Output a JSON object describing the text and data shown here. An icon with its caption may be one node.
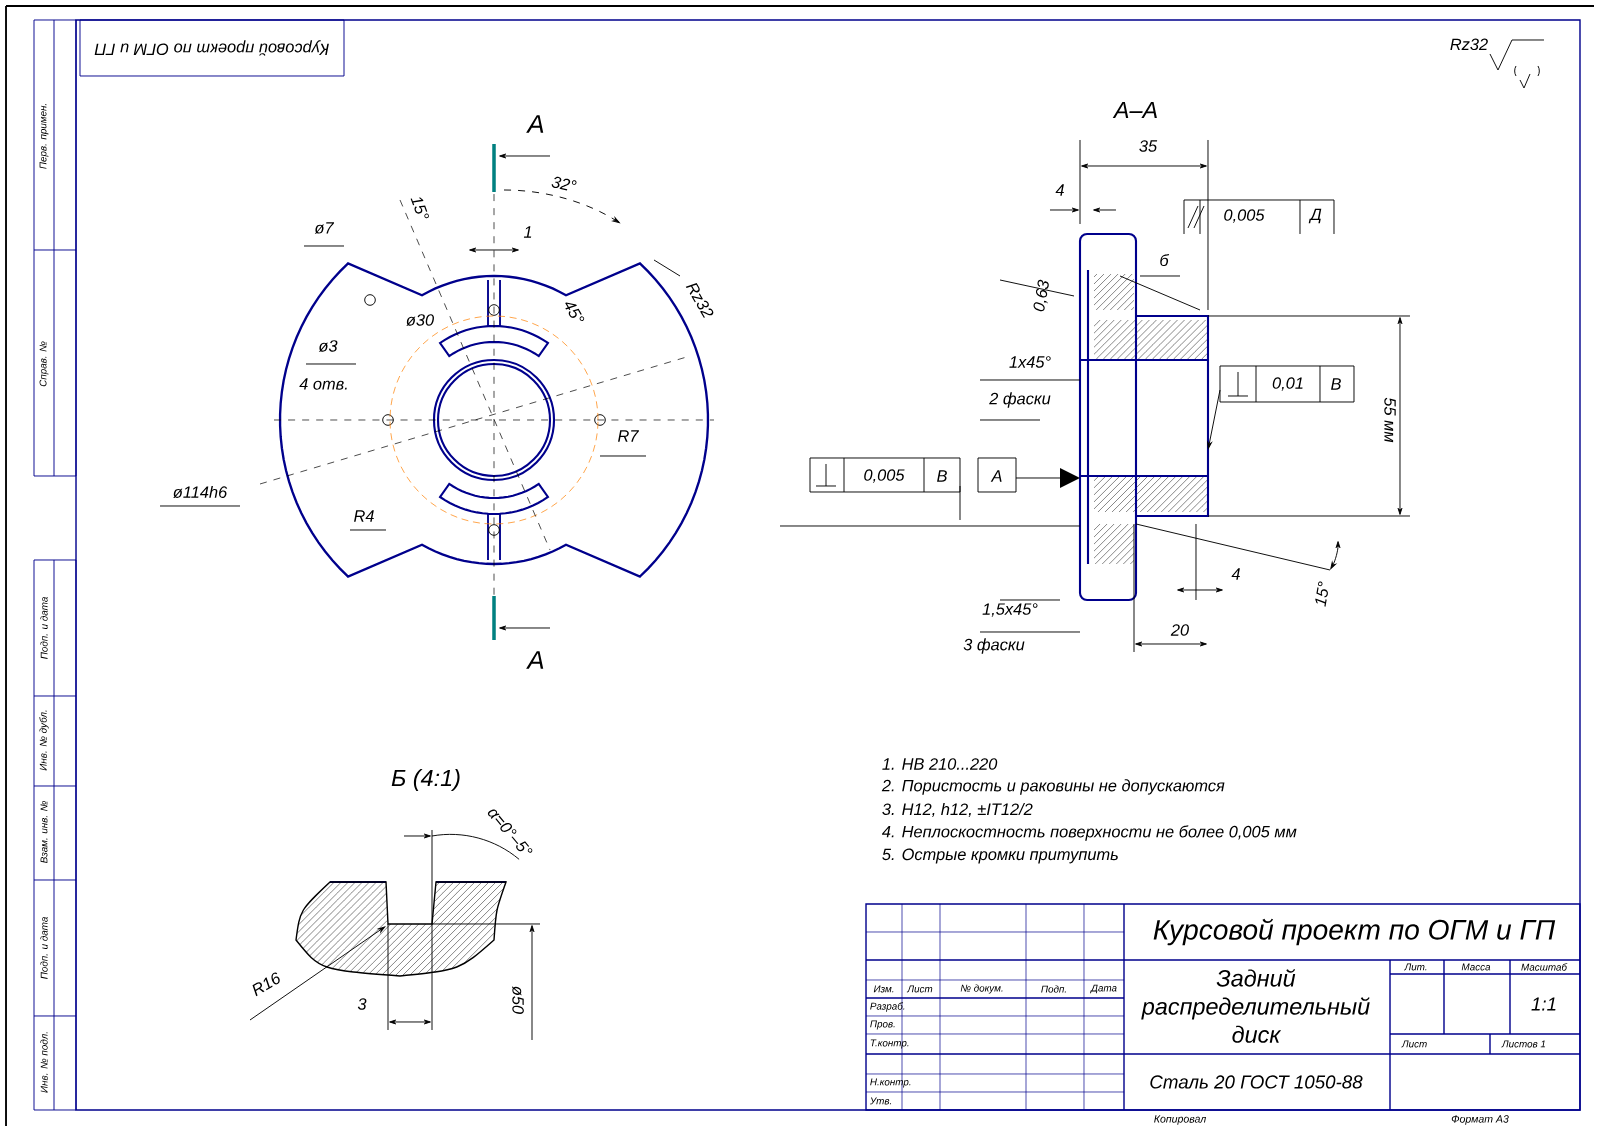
{
  "diagram": {
    "labels": [
      "Курсовой проект по ОГМ и ГП",
      "А",
      "32°",
      "1",
      "15°",
      "ø7",
      "Rz32",
      "ø30",
      "45°",
      "ø3",
      "4 отв.",
      "R7",
      "ø114h6",
      "R4",
      "А",
      "Rz32",
      "А–А",
      "35",
      "4",
      "0,005",
      "Д",
      "0,63",
      "б",
      "1х45°",
      "2 фаски",
      "0,01",
      "В",
      "55 мм",
      "0,005",
      "В",
      "А",
      "4",
      "15°",
      "1,5х45°",
      "3 фаски",
      "20",
      "Б (4:1)",
      "α=0°–5°",
      "R16",
      "3",
      "ø50",
      "1. НВ 210...220",
      "2. Пористость и раковины не допускаются",
      "3. Н12, h12, ±IT12/2",
      "4. Неплоскостность поверхности не более 0,005 мм",
      "5. Острые кромки притупить",
      "Курсовой проект по ОГМ и ГП",
      "Изм.",
      "Лист",
      "№ докум.",
      "Подп.",
      "Дата",
      "Разраб.",
      "Пров.",
      "Т.контр.",
      "Н.контр.",
      "Утв.",
      "Задний распределительный диск",
      "Лит.",
      "Масса",
      "Масштаб",
      "1:1",
      "Лист",
      "Листов 1",
      "Сталь 20 ГОСТ 1050-88",
      "Копировал",
      "Формат А3",
      "Перв. примен.",
      "Справ. №",
      "Подп. и дата",
      "Инв. № дубл.",
      "Взам. инв. №",
      "Подп. и дата",
      "Инв. № подл."
    ]
  }
}
